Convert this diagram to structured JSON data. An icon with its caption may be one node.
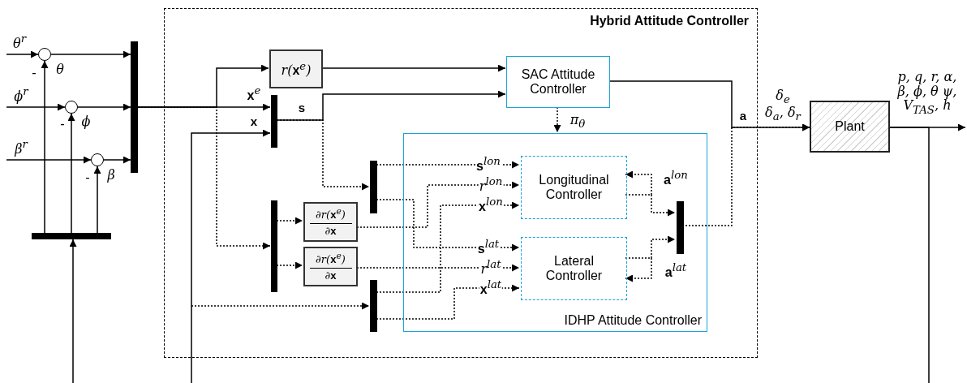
{
  "diagram": {
    "nodes": [
      {
        "text": [],
        "shape": "circle"
      },
      {
        "text": [],
        "shape": "circle"
      },
      {
        "text": [],
        "shape": "circle"
      },
      {
        "text": [],
        "shape": "bar"
      },
      {
        "text": [],
        "shape": "bar"
      },
      {
        "text": [
          "Hybrid Attitude Controller"
        ]
      },
      {
        "text": [
          "*r*(**x**$^{e}$)"
        ],
        "in": 5
      },
      {
        "text": [
          "SAC Attitude Controller"
        ],
        "in": 5
      },
      {
        "text": [],
        "shape": "bar",
        "in": 5
      },
      {
        "text": [
          "IDHP Attitude Controller"
        ],
        "in": 5
      },
      {
        "text": [
          "Longitudinal Controller"
        ],
        "in": 9
      },
      {
        "text": [
          "Lateral Controller"
        ],
        "in": 9
      },
      {
        "text": [],
        "shape": "bar",
        "in": 5
      },
      {
        "text": [],
        "shape": "bar",
        "in": 5
      },
      {
        "text": [
          "∂*r*(**x**$^{e}$)",
          "∂**x**"
        ],
        "in": 5
      },
      {
        "text": [
          "∂*r*(**x**$^{e}$)",
          "∂**x**"
        ],
        "in": 5
      },
      {
        "text": [],
        "shape": "bar",
        "in": 5
      },
      {
        "text": [],
        "shape": "bar",
        "in": 9
      },
      {
        "text": [
          "Plant"
        ]
      }
    ],
    "edges": [
      {
        "from": null,
        "to": 0,
        "arrow": "to",
        "label": "θ$^{r}$"
      },
      {
        "from": null,
        "to": 1,
        "arrow": "to",
        "label": "ϕ$^{r}$"
      },
      {
        "from": null,
        "to": 2,
        "arrow": "to",
        "label": "β$^{r}$"
      },
      {
        "from": 4,
        "to": 0,
        "arrow": "to",
        "label": "θ"
      },
      {
        "from": 4,
        "to": 1,
        "arrow": "to",
        "label": "ϕ"
      },
      {
        "from": 4,
        "to": 2,
        "arrow": "to",
        "label": "β"
      },
      {
        "from": 0,
        "to": 3,
        "arrow": "to"
      },
      {
        "from": 1,
        "to": 3,
        "arrow": "to"
      },
      {
        "from": 2,
        "to": 3,
        "arrow": "to"
      },
      {
        "from": 3,
        "to": 8,
        "arrow": "to",
        "label": "**x**$^{e}$"
      },
      {
        "from": 3,
        "to": 6,
        "arrow": "to"
      },
      {
        "from": 3,
        "to": 13,
        "arrow": "to",
        "style": "dashed"
      },
      {
        "from": null,
        "to": 8,
        "arrow": "to",
        "label": "x"
      },
      {
        "from": null,
        "to": 16,
        "arrow": "to",
        "style": "dashed"
      },
      {
        "from": 6,
        "to": 7,
        "arrow": "to"
      },
      {
        "from": 8,
        "to": 7,
        "arrow": "to",
        "label": "s"
      },
      {
        "from": 8,
        "to": 12,
        "arrow": "to",
        "style": "dashed"
      },
      {
        "from": 7,
        "to": 9,
        "arrow": "to",
        "style": "dashed",
        "label": "π$_{θ}$"
      },
      {
        "from": 12,
        "to": 10,
        "arrow": "to",
        "style": "dashed",
        "label": "**s**$^{lon}$"
      },
      {
        "from": 12,
        "to": 11,
        "arrow": "to",
        "style": "dashed",
        "label": "**s**$^{lat}$"
      },
      {
        "from": 14,
        "to": 10,
        "arrow": "to",
        "style": "dashed",
        "label": "r$^{lon}$"
      },
      {
        "from": 15,
        "to": 11,
        "arrow": "to",
        "style": "dashed",
        "label": "r$^{lat}$"
      },
      {
        "from": 16,
        "to": 10,
        "arrow": "to",
        "style": "dashed",
        "label": "**x**$^{lon}$"
      },
      {
        "from": 16,
        "to": 11,
        "arrow": "to",
        "style": "dashed",
        "label": "**x**$^{lat}$"
      },
      {
        "from": 13,
        "to": 14,
        "arrow": "to",
        "style": "dashed"
      },
      {
        "from": 13,
        "to": 15,
        "arrow": "to",
        "style": "dashed"
      },
      {
        "from": 10,
        "to": 17,
        "arrow": "to",
        "style": "dashed"
      },
      {
        "from": null,
        "to": 10,
        "arrow": "to",
        "style": "dashed",
        "label": "**a**$^{lon}$"
      },
      {
        "from": 11,
        "to": 17,
        "arrow": "to",
        "style": "dashed"
      },
      {
        "from": null,
        "to": 11,
        "arrow": "to",
        "style": "dashed",
        "label": "**a**$^{lat}$"
      },
      {
        "from": 17,
        "to": 18,
        "arrow": "to",
        "style": "dashed"
      },
      {
        "from": 7,
        "to": 18,
        "arrow": "to",
        "label": "a"
      },
      {
        "from": 18,
        "to": null,
        "arrow": "to",
        "label": "p, q, r, α, β, ϕ, θ ψ, V$_{TAS}$, h"
      },
      {
        "from": 18,
        "to": null,
        "arrow": "none"
      },
      {
        "from": null,
        "to": 4,
        "arrow": "to"
      }
    ],
    "labels": [
      "-",
      "-",
      "-",
      "δ$_{e}$",
      "δ$_{a}$, δ$_{r}$"
    ]
  }
}
